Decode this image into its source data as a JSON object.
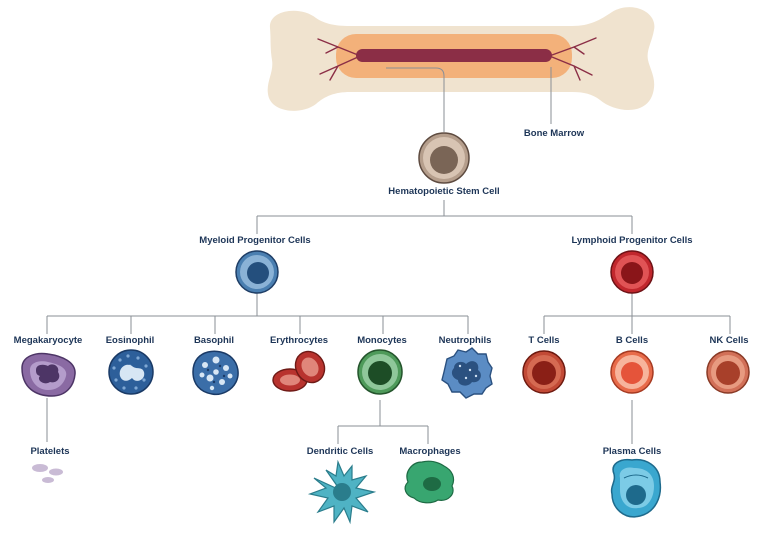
{
  "labels": {
    "bone_marrow": "Bone Marrow",
    "hsc": "Hematopoietic Stem Cell",
    "myeloid": "Myeloid Progenitor Cells",
    "lymphoid": "Lymphoid Progenitor Cells",
    "megakaryocyte": "Megakaryocyte",
    "eosinophil": "Eosinophil",
    "basophil": "Basophil",
    "erythrocytes": "Erythrocytes",
    "monocytes": "Monocytes",
    "neutrophils": "Neutrophils",
    "t_cells": "T Cells",
    "b_cells": "B Cells",
    "nk_cells": "NK Cells",
    "platelets": "Platelets",
    "dendritic": "Dendritic Cells",
    "macrophages": "Macrophages",
    "plasma": "Plasma Cells"
  },
  "colors": {
    "text": "#1d3557",
    "line": "#8a8f96",
    "bone": "#f0e3cf",
    "marrow_outer": "#f3b17a",
    "marrow_inner": "#8b2e46",
    "hsc": "#b59e8c",
    "myeloid": "#4a7fb1",
    "lymphoid": "#c1272d",
    "megakaryocyte": "#8a6aa3",
    "eosinophil": "#2d5f9a",
    "basophil": "#3b6ea8",
    "erythrocyte": "#b8332e",
    "monocyte": "#4e9a5a",
    "neutrophil": "#5b8cc4",
    "t_cell": "#c24a36",
    "b_cell": "#e86b4a",
    "nk_cell": "#d27058",
    "dendritic": "#4fb3c4",
    "macrophage": "#38a670",
    "plasma": "#3aa7cf"
  }
}
